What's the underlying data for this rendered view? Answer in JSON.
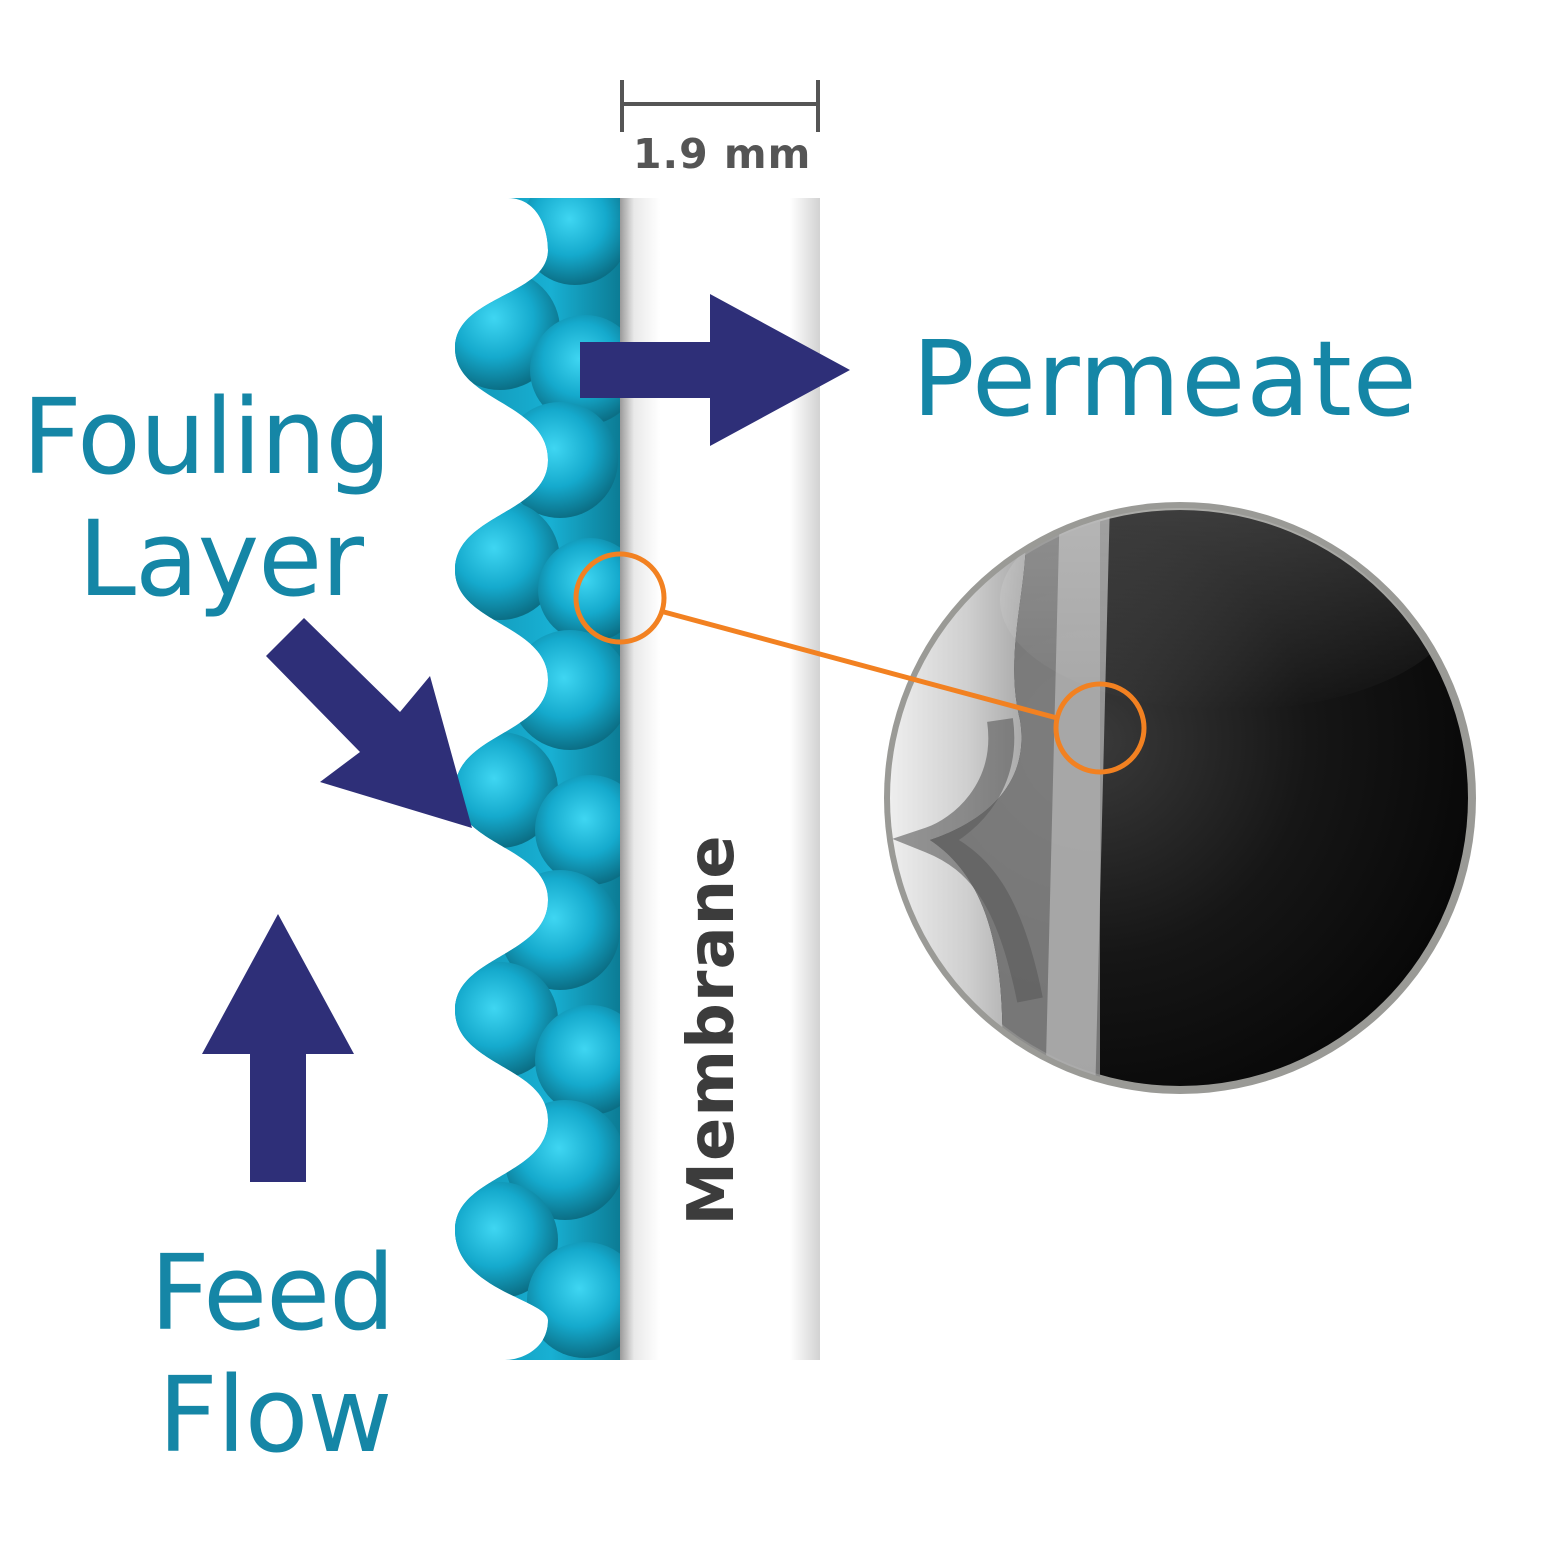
{
  "labels": {
    "fouling_line1": "Fouling",
    "fouling_line2": "Layer",
    "feed_line1": "Feed",
    "feed_line2": "Flow",
    "permeate": "Permeate",
    "membrane": "Membrane",
    "scale": "1.9 mm"
  },
  "colors": {
    "label_teal": "#1586a6",
    "arrow_navy": "#2e2f78",
    "fouling_cyan": "#19b4d8",
    "fouling_dark": "#0b7d96",
    "highlight_orange": "#f28121",
    "text_dark": "#3c3c3c",
    "scale_gray": "#555555",
    "lens_rim": "#9a9a96"
  },
  "icons": {
    "permeate_arrow": "arrow-right-icon",
    "fouling_arrow": "arrow-down-right-icon",
    "feed_arrow": "arrow-up-icon"
  }
}
